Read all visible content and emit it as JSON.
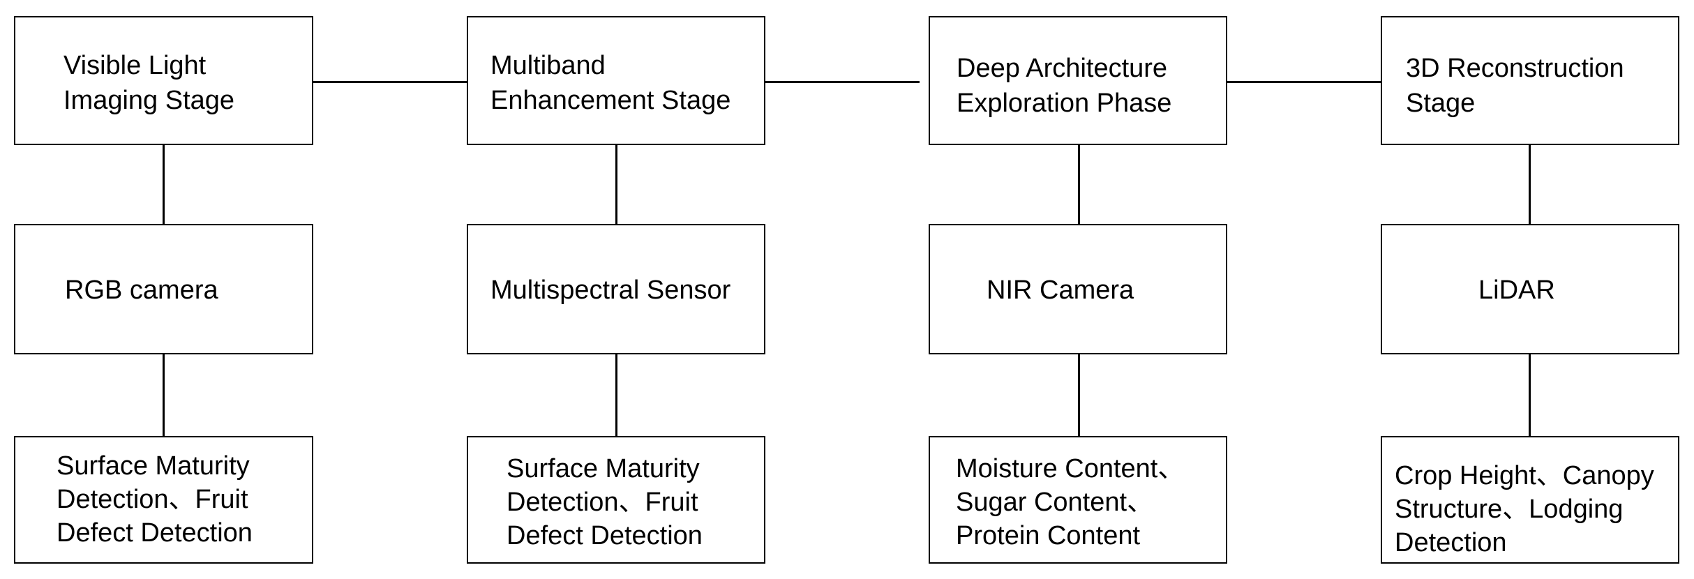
{
  "columns": [
    {
      "stage": [
        "Visible Light",
        "Imaging Stage"
      ],
      "sensor": [
        "RGB camera"
      ],
      "application": [
        "Surface Maturity",
        "Detection、Fruit",
        "Defect Detection"
      ]
    },
    {
      "stage": [
        "Multiband",
        "Enhancement Stage"
      ],
      "sensor": [
        "Multispectral Sensor"
      ],
      "application": [
        "Surface Maturity",
        "Detection、Fruit",
        "Defect Detection"
      ]
    },
    {
      "stage": [
        "Deep Architecture",
        "Exploration Phase"
      ],
      "sensor": [
        "NIR Camera"
      ],
      "application": [
        "Moisture Content、",
        "Sugar Content、",
        "Protein Content"
      ]
    },
    {
      "stage": [
        "3D Reconstruction",
        "Stage"
      ],
      "sensor": [
        "LiDAR"
      ],
      "application": [
        "Crop Height、Canopy",
        "Structure、Lodging",
        "Detection"
      ]
    }
  ]
}
